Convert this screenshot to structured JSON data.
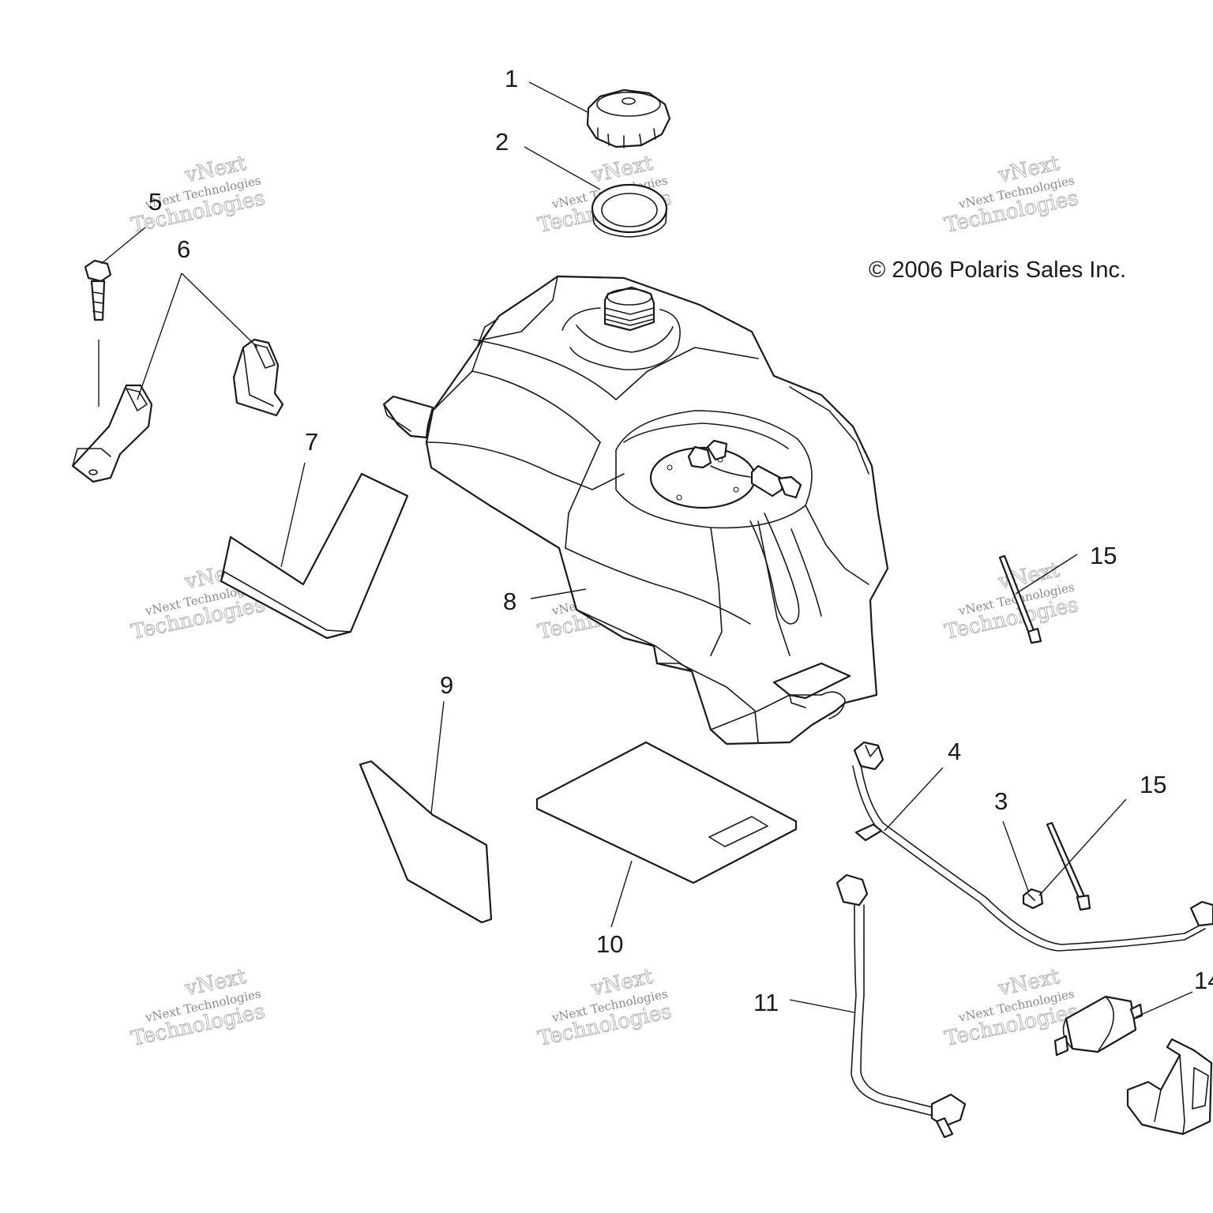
{
  "copyright": "© 2006 Polaris Sales Inc.",
  "watermark": {
    "line1": "vNext",
    "line2": "vNext Technologies",
    "line3": "Technologies"
  },
  "callouts": {
    "c1": "1",
    "c2": "2",
    "c3": "3",
    "c4": "4",
    "c5": "5",
    "c6": "6",
    "c7": "7",
    "c8": "8",
    "c9": "9",
    "c10": "10",
    "c11": "11",
    "c14": "14",
    "c15a": "15",
    "c15b": "15"
  },
  "colors": {
    "line": "#1a1a1a",
    "background": "#ffffff",
    "watermark": "#8a8a8a"
  }
}
